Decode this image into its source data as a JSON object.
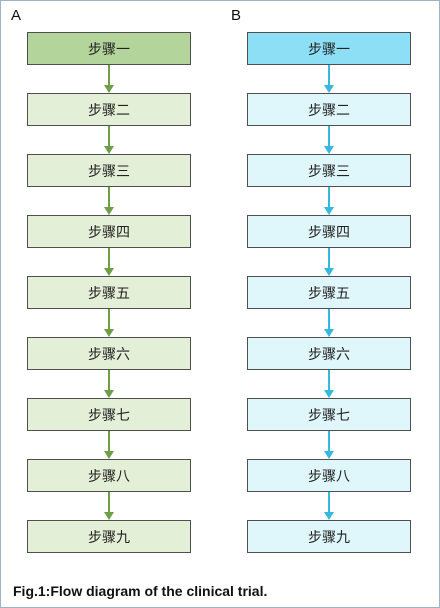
{
  "panels": [
    {
      "label": "A",
      "steps": [
        "步骤一",
        "步骤二",
        "步骤三",
        "步骤四",
        "步骤五",
        "步骤六",
        "步骤七",
        "步骤八",
        "步骤九"
      ],
      "colors": {
        "first_fill": "#b3d49a",
        "fill": "#e3efd6",
        "arrow": "#6e9e45"
      }
    },
    {
      "label": "B",
      "steps": [
        "步骤一",
        "步骤二",
        "步骤三",
        "步骤四",
        "步骤五",
        "步骤六",
        "步骤七",
        "步骤八",
        "步骤九"
      ],
      "colors": {
        "first_fill": "#8cdff5",
        "fill": "#dff6fb",
        "arrow": "#35b9de"
      }
    }
  ],
  "caption": "Fig.1:Flow diagram of the clinical trial."
}
